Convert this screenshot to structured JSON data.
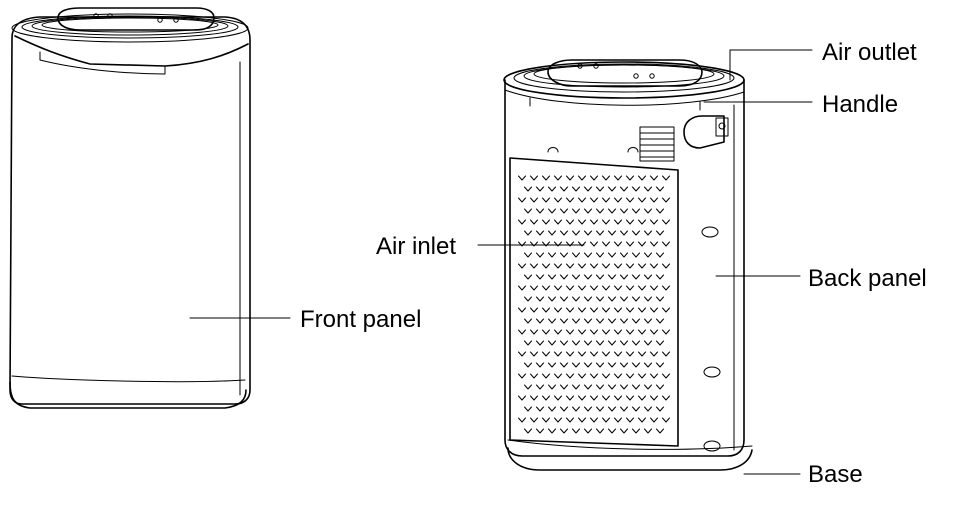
{
  "labels": {
    "front_panel": "Front panel",
    "air_outlet": "Air outlet",
    "handle": "Handle",
    "air_inlet": "Air inlet",
    "back_panel": "Back panel",
    "base": "Base"
  },
  "colors": {
    "line": "#000000",
    "background": "#ffffff"
  }
}
